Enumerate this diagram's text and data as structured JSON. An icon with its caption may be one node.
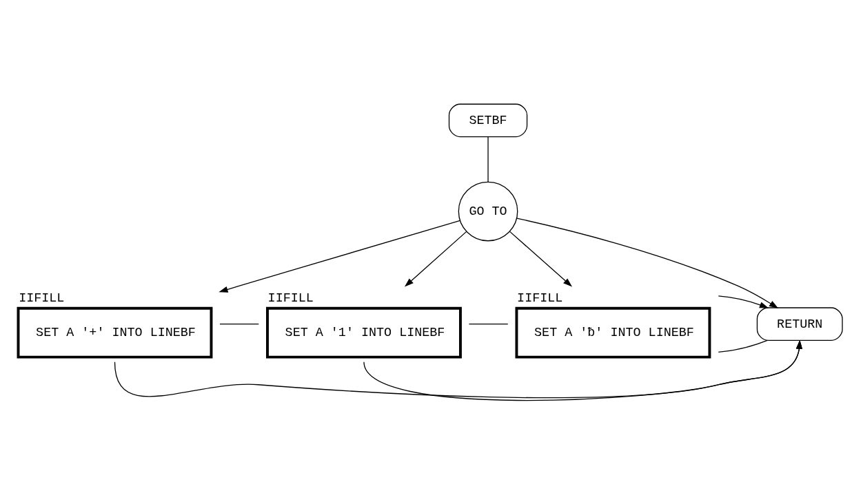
{
  "diagram": {
    "nodes": [
      {
        "text": [
          "SETBF"
        ]
      },
      {
        "text": [
          "GO TO"
        ]
      },
      {
        "text": [
          "IIFILL",
          "SET A '+' INTO LINEBF"
        ]
      },
      {
        "text": [
          "IIFILL",
          "SET A '1' INTO LINEBF"
        ]
      },
      {
        "text": [
          "IIFILL",
          "SET A 'ƀ' INTO LINEBF"
        ]
      },
      {
        "text": [
          "RETURN"
        ]
      }
    ],
    "edges": [
      {
        "from": 0,
        "to": 1,
        "arrow": "none"
      },
      {
        "from": 1,
        "to": 2,
        "arrow": "to"
      },
      {
        "from": 1,
        "to": 3,
        "arrow": "to"
      },
      {
        "from": 1,
        "to": 4,
        "arrow": "to"
      },
      {
        "from": 1,
        "to": 5,
        "arrow": "to"
      },
      {
        "from": 2,
        "to": 3,
        "arrow": "none"
      },
      {
        "from": 3,
        "to": 4,
        "arrow": "none"
      },
      {
        "from": 4,
        "to": 5,
        "arrow": "none"
      },
      {
        "from": 2,
        "to": 5,
        "arrow": "to"
      },
      {
        "from": 3,
        "to": 5,
        "arrow": "to"
      },
      {
        "from": 4,
        "to": 5,
        "arrow": "to"
      }
    ]
  }
}
